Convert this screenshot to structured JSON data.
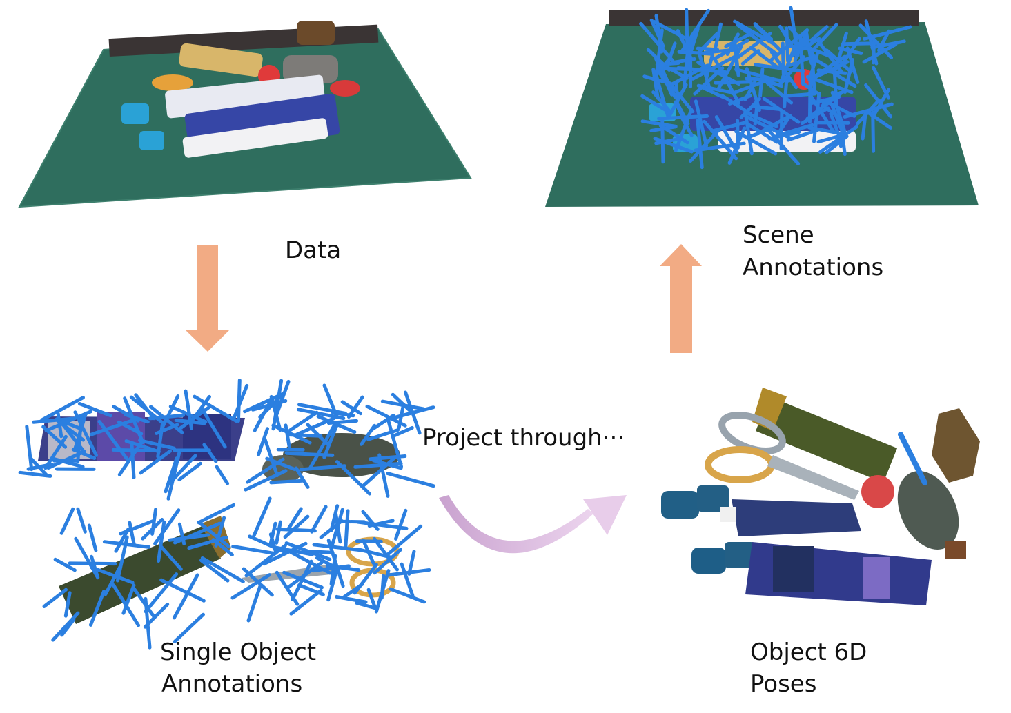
{
  "labels": {
    "data": "Data",
    "scene_line1": "Scene",
    "scene_line2": "Annotations",
    "project": "Project through···",
    "single_line1": "Single Object",
    "single_line2": "Annotations",
    "poses_line1": "Object 6D",
    "poses_line2": "Poses"
  },
  "panels": {
    "data": "point-cloud-scene",
    "scene": "annotated-point-cloud-scene",
    "single": "single-object-grasp-annotations",
    "poses": "object-6d-poses"
  },
  "colors": {
    "table": "#2f6e5e",
    "grasp": "#2b7fe0",
    "arrow": "#f2ab84",
    "curve": "#d9b4dc"
  },
  "icons": [
    "down-arrow",
    "up-arrow",
    "curved-arrow"
  ]
}
